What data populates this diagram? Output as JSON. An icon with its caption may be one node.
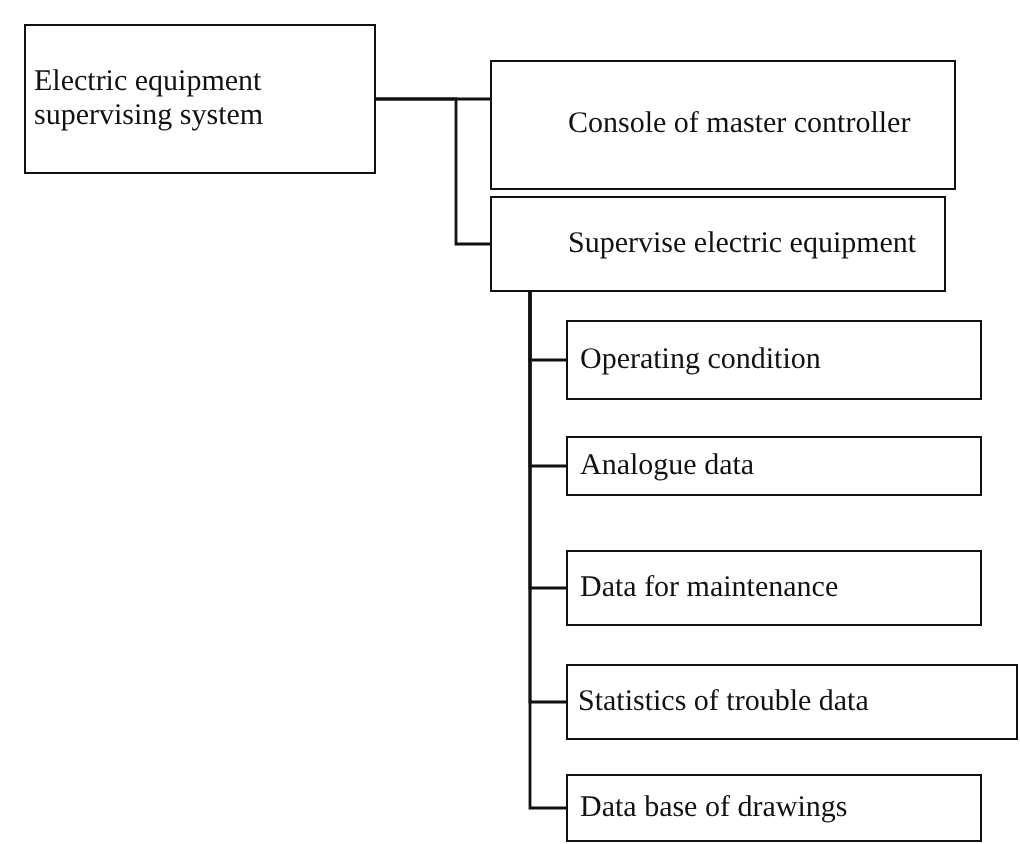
{
  "diagram": {
    "nodes": [
      {
        "text": [
          "Electric equipment supervising system"
        ]
      },
      {
        "text": [
          "Console of master controller"
        ]
      },
      {
        "text": [
          "Supervise electric equipment"
        ]
      },
      {
        "text": [
          "Operating condition"
        ]
      },
      {
        "text": [
          "Analogue data"
        ]
      },
      {
        "text": [
          "Data for maintenance"
        ]
      },
      {
        "text": [
          "Statistics of trouble data"
        ]
      },
      {
        "text": [
          "Data base of drawings"
        ]
      }
    ],
    "edges": [
      {
        "from": 0,
        "to": 1,
        "arrow": "none"
      },
      {
        "from": 0,
        "to": 2,
        "arrow": "none"
      },
      {
        "from": 2,
        "to": 3,
        "arrow": "none"
      },
      {
        "from": 2,
        "to": 4,
        "arrow": "none"
      },
      {
        "from": 2,
        "to": 5,
        "arrow": "none"
      },
      {
        "from": 2,
        "to": 6,
        "arrow": "none"
      },
      {
        "from": 2,
        "to": 7,
        "arrow": "none"
      }
    ]
  }
}
